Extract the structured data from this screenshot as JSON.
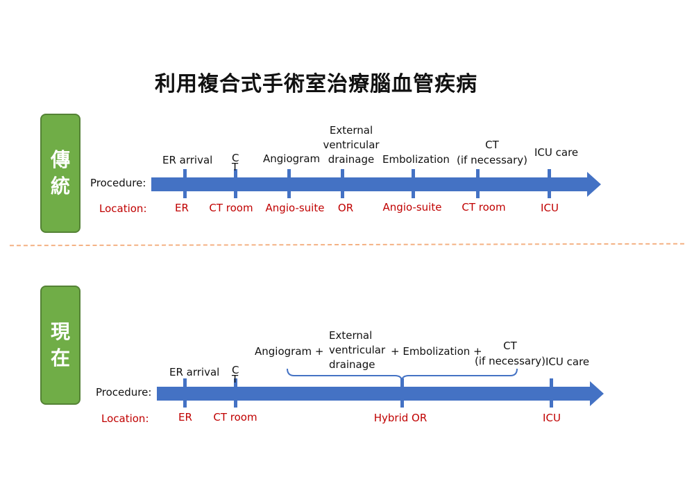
{
  "title": "利用複合式手術室治療腦血管疾病",
  "traditional": {
    "era_label": [
      "傳",
      "統"
    ],
    "row_label": "Procedure:",
    "location_label": "Location:",
    "steps": [
      "ER arrival",
      "C\nT",
      "Angiogram",
      "External\nventricular\ndrainage",
      "Embolization",
      "CT\n(if necessary)",
      "ICU care"
    ],
    "locations": [
      "ER",
      "CT room",
      "Angio-suite",
      "OR",
      "Angio-suite",
      "CT room",
      "ICU"
    ]
  },
  "current": {
    "era_label": [
      "現",
      "在"
    ],
    "row_label": "Procedure:",
    "location_label": "Location:",
    "steps": [
      "ER arrival",
      "C\nT",
      "Angiogram +",
      "External\nventricular\ndrainage",
      "+ Embolization +",
      "CT\n(if necessary)",
      "ICU care"
    ],
    "locations": [
      "ER",
      "CT room",
      "Hybrid OR",
      "ICU"
    ]
  },
  "colors": {
    "arrow": "#4472c4",
    "box": "#70ad47",
    "location": "#c00000",
    "divider": "#f4b183"
  }
}
